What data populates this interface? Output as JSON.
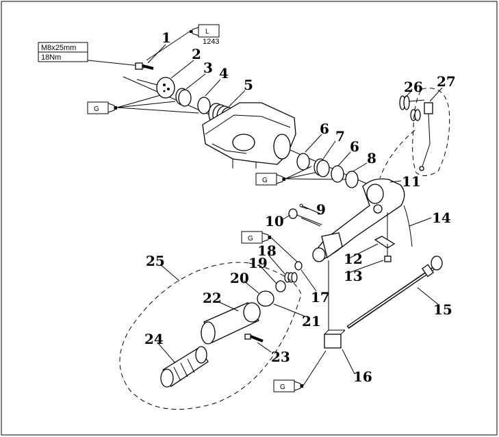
{
  "torque_spec": {
    "bolt": "M8x25mm",
    "torque": "18Nm"
  },
  "loctite": {
    "label": "L",
    "code": "1243"
  },
  "grease_label": "G",
  "parts": [
    "1",
    "2",
    "3",
    "4",
    "5",
    "6",
    "7",
    "6",
    "8",
    "9",
    "10",
    "11",
    "12",
    "13",
    "14",
    "15",
    "16",
    "17",
    "18",
    "19",
    "20",
    "21",
    "22",
    "23",
    "24",
    "25",
    "26",
    "27"
  ]
}
